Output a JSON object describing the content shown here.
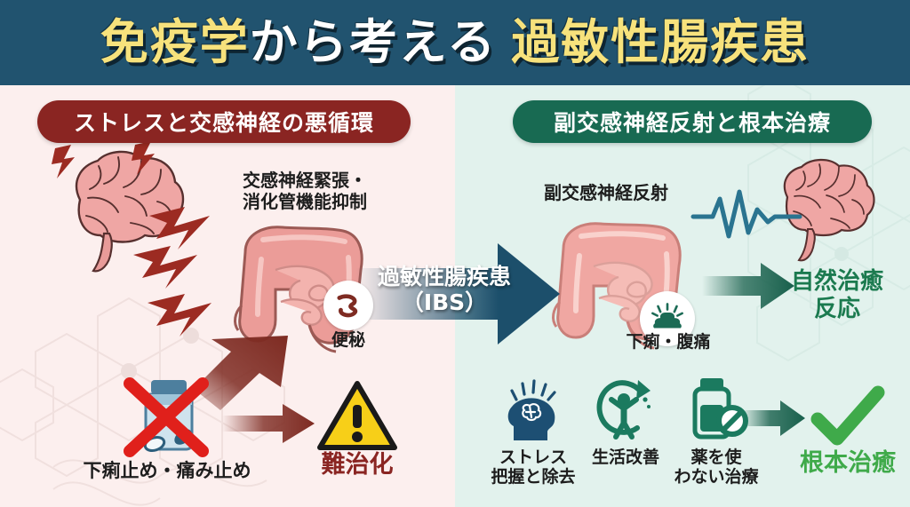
{
  "header": {
    "title_part1": "免疫学",
    "title_part2": "から考える",
    "title_part3": "過敏性腸疾患",
    "band_color": "#21536f",
    "yellow": "#f7e27c",
    "white": "#ffffff"
  },
  "left_panel": {
    "pill_label": "ストレスと交感神経の悪循環",
    "pill_color": "#8a2522",
    "bg_color": "#fcefee",
    "annotation_line1": "交感神経緊張・",
    "annotation_line2": "消化管機能抑制",
    "constipation_badge": "便秘",
    "medicine_label": "下痢止め・痛み止め",
    "outcome_label": "難治化",
    "outcome_color": "#8a2522",
    "icons": {
      "brain": "brain-icon",
      "lightning": "lightning-bolt-icon",
      "intestine": "intestine-icon",
      "constipation": "constipation-icon",
      "medicine_bottle": "medicine-bottle-icon",
      "red_cross": "red-cross-icon",
      "warning": "warning-triangle-icon",
      "arrow": "red-arrow-icon"
    }
  },
  "center": {
    "arrow_label_line1": "過敏性腸疾患",
    "arrow_label_line2": "（IBS）",
    "arrow_color": "#1c4f6b"
  },
  "right_panel": {
    "pill_label": "副交感神経反射と根本治療",
    "pill_color": "#186a52",
    "bg_color": "#e2f2ed",
    "reflex_label": "副交感神経反射",
    "diarrhea_badge": "下痢・腹痛",
    "outcome_line1": "自然治癒",
    "outcome_line2": "反応",
    "outcome_color": "#1b7a4f",
    "treatments": [
      {
        "label_line1": "ストレス",
        "label_line2": "把握と除去",
        "icon": "head-brain-icon",
        "color": "#1d4f73"
      },
      {
        "label_line1": "生活改善",
        "label_line2": "",
        "icon": "person-activity-icon",
        "color": "#1b7a5f"
      },
      {
        "label_line1": "薬を使",
        "label_line2": "わない治療",
        "icon": "no-medicine-icon",
        "color": "#1b7a5f"
      }
    ],
    "final_label": "根本治癒",
    "final_color": "#3faa4a",
    "icons": {
      "intestine": "intestine-icon",
      "brain": "brain-icon",
      "ecg": "ecg-wave-icon",
      "arrow": "green-arrow-icon",
      "check": "green-check-icon"
    }
  }
}
